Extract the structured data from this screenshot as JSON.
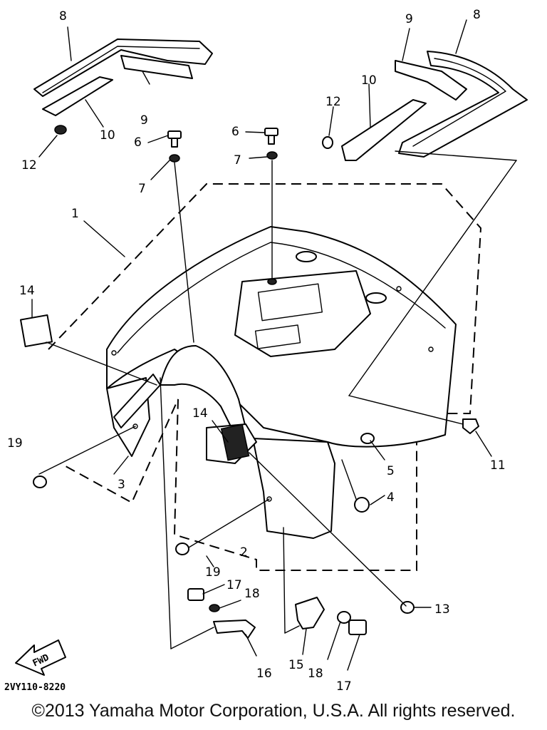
{
  "callouts": {
    "c1": "1",
    "c2": "2",
    "c3": "3",
    "c4": "4",
    "c5": "5",
    "c6a": "6",
    "c6b": "6",
    "c7a": "7",
    "c7b": "7",
    "c8a": "8",
    "c8b": "8",
    "c9a": "9",
    "c9b": "9",
    "c10a": "10",
    "c10b": "10",
    "c11": "11",
    "c12a": "12",
    "c12b": "12",
    "c13": "13",
    "c14a": "14",
    "c14b": "14",
    "c15": "15",
    "c16": "16",
    "c17a": "17",
    "c17b": "17",
    "c18a": "18",
    "c18b": "18",
    "c19a": "19",
    "c19b": "19"
  },
  "fwd_label": "FWD",
  "diagram_code": "2VY110-8220",
  "copyright": "©2013 Yamaha Motor Corporation, U.S.A. All rights reserved."
}
